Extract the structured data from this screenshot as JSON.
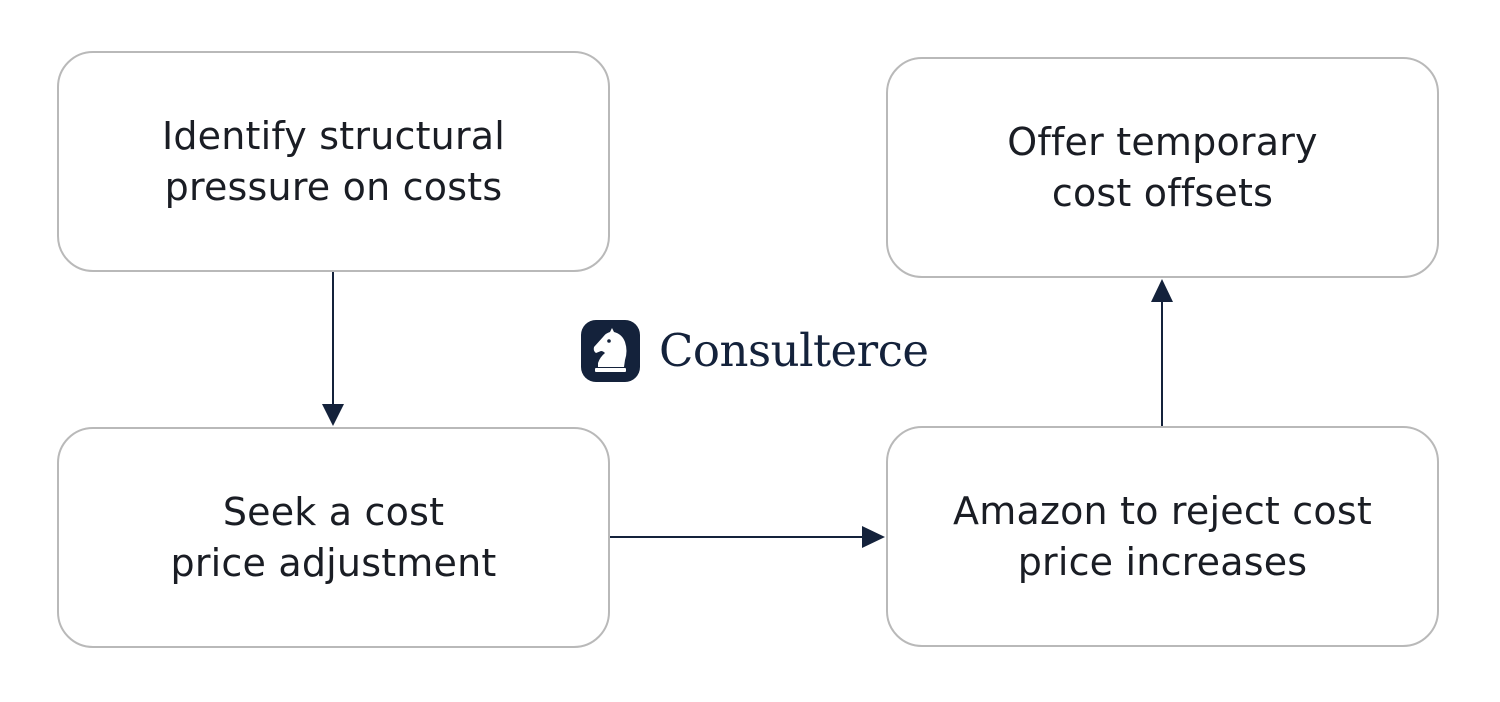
{
  "colors": {
    "node_border": "#b9b9b9",
    "node_text": "#1a1d24",
    "connector": "#14223b",
    "brand": "#14223b"
  },
  "nodes": [
    {
      "id": "identify",
      "lines": [
        "Identify structural",
        "pressure on costs"
      ]
    },
    {
      "id": "seek",
      "lines": [
        "Seek a cost",
        "price adjustment"
      ]
    },
    {
      "id": "reject",
      "lines": [
        "Amazon to reject cost",
        "price increases"
      ]
    },
    {
      "id": "offer",
      "lines": [
        "Offer temporary",
        "cost offsets"
      ]
    }
  ],
  "edges": [
    {
      "from": "identify",
      "to": "seek"
    },
    {
      "from": "seek",
      "to": "reject"
    },
    {
      "from": "reject",
      "to": "offer"
    }
  ],
  "brand": {
    "name": "Consulterce",
    "icon": "knight-chess-logo-icon"
  }
}
